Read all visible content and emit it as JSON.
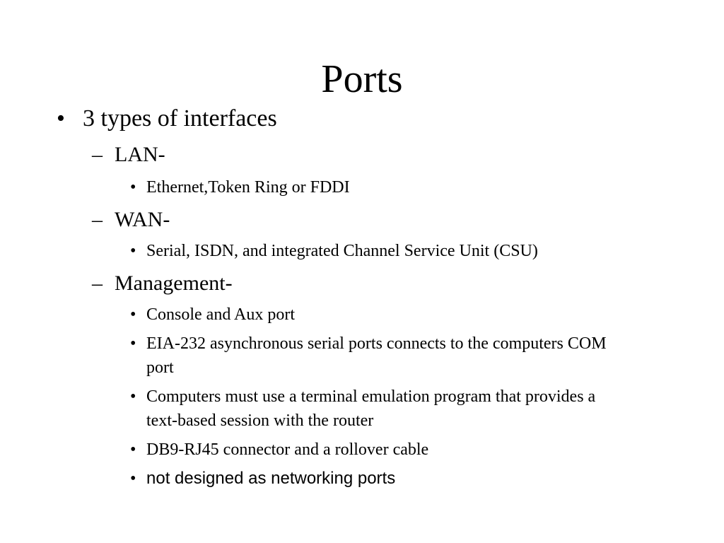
{
  "slide": {
    "title": "Ports",
    "bullet_1": {
      "marker": "•",
      "text": "3 types of interfaces"
    },
    "lan": {
      "marker": "–",
      "label": "LAN-",
      "items": [
        {
          "marker": "•",
          "text": "Ethernet,Token Ring or FDDI"
        }
      ]
    },
    "wan": {
      "marker": "–",
      "label": "WAN-",
      "items": [
        {
          "marker": "•",
          "text": "Serial, ISDN, and integrated Channel Service Unit (CSU)"
        }
      ]
    },
    "management": {
      "marker": "–",
      "label": "Management-",
      "items": [
        {
          "marker": "•",
          "text": "Console and Aux port"
        },
        {
          "marker": "•",
          "line1": "EIA-232 asynchronous serial ports connects to the computers COM",
          "line2": "port"
        },
        {
          "marker": "•",
          "line1": "Computers must use a terminal emulation program that provides a",
          "line2": "text-based session with the router"
        },
        {
          "marker": "•",
          "text": "DB9-RJ45 connector and a rollover cable"
        },
        {
          "marker": "•",
          "text": "not designed as networking ports"
        }
      ]
    }
  }
}
